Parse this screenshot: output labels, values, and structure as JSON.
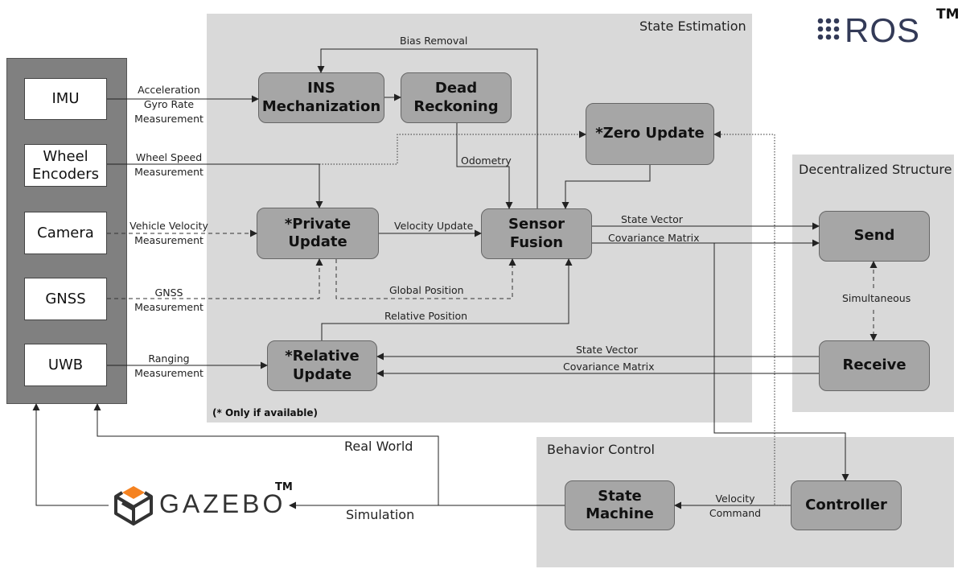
{
  "regions": {
    "state_estimation": "State Estimation",
    "decentralized": "Decentralized Structure",
    "behavior": "Behavior Control"
  },
  "logos": {
    "ros": "ROS",
    "ros_tm": "TM",
    "gazebo": "GAZEBO",
    "gazebo_tm": "TM"
  },
  "sensors": {
    "imu": "IMU",
    "wheel": "Wheel\nEncoders",
    "camera": "Camera",
    "gnss": "GNSS",
    "uwb": "UWB"
  },
  "blocks": {
    "ins": "INS\nMechanization",
    "dead": "Dead\nReckoning",
    "zero": "*Zero Update",
    "private": "*Private\nUpdate",
    "fusion": "Sensor\nFusion",
    "relative": "*Relative\nUpdate",
    "send": "Send",
    "receive": "Receive",
    "state_machine": "State\nMachine",
    "controller": "Controller"
  },
  "labels": {
    "bias_removal": "Bias Removal",
    "acc_gyro": "Acceleration\nGyro Rate\nMeasurement",
    "wheel_speed": "Wheel Speed\nMeasurement",
    "vehicle_velocity": "Vehicle Velocity\nMeasurement",
    "gnss_meas": "GNSS\nMeasurement",
    "ranging": "Ranging\nMeasurement",
    "odometry": "Odometry",
    "velocity_update": "Velocity Update",
    "global_position": "Global Position",
    "relative_position": "Relative Position",
    "state_vector_out": "State Vector",
    "covariance_out": "Covariance Matrix",
    "state_vector_in": "State Vector",
    "covariance_in": "Covariance Matrix",
    "simultaneous": "Simultaneous",
    "velocity_command": "Velocity\nCommand",
    "real_world": "Real World",
    "simulation": "Simulation"
  },
  "note": "(* Only if available)",
  "colors": {
    "region_bg": "#d9d9d9",
    "block_fill": "#a6a6a6",
    "sensor_panel": "#808080",
    "gazebo_orange": "#f58220",
    "ink": "#222222"
  }
}
